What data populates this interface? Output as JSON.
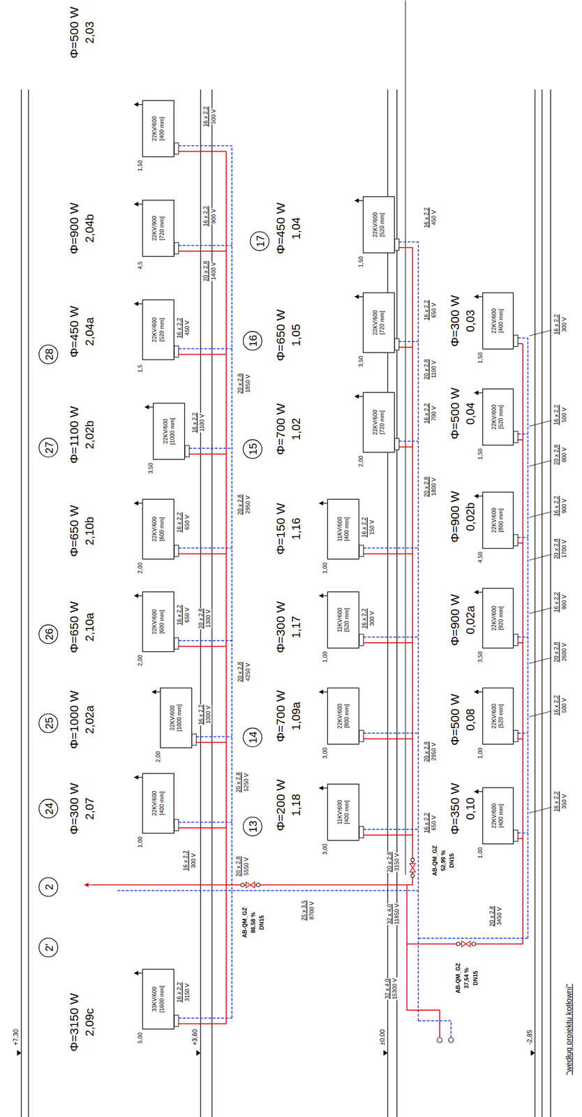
{
  "diagram": {
    "nodes": [
      {
        "text": [
          "2'"
        ]
      },
      {
        "text": [
          "2"
        ]
      },
      {
        "text": [
          "24"
        ]
      },
      {
        "text": [
          "25"
        ]
      },
      {
        "text": [
          "26"
        ]
      },
      {
        "text": [
          "27"
        ]
      },
      {
        "text": [
          "28"
        ]
      },
      {
        "text": [
          "33KV/600",
          "[1600 mm]"
        ]
      },
      {
        "text": [
          "22KV/600",
          "[400 mm]"
        ]
      },
      {
        "text": [
          "22KV/600",
          "[1000 mm]"
        ]
      },
      {
        "text": [
          "22KV/600",
          "[600 mm]"
        ]
      },
      {
        "text": [
          "22KV/600",
          "[600 mm]"
        ]
      },
      {
        "text": [
          "22KV/600",
          "[1000 mm]"
        ]
      },
      {
        "text": [
          "22KV/600",
          "[520 mm]"
        ]
      },
      {
        "text": [
          "22KV/900",
          "[720 mm]"
        ]
      },
      {
        "text": [
          "22KV/600",
          "[400 mm]"
        ]
      },
      {
        "text": [
          "13"
        ]
      },
      {
        "text": [
          "14"
        ]
      },
      {
        "text": [
          "15"
        ]
      },
      {
        "text": [
          "16"
        ]
      },
      {
        "text": [
          "17"
        ]
      },
      {
        "text": [
          "11KV/600",
          "[400 mm]"
        ]
      },
      {
        "text": [
          "22KV/600",
          "[800 mm]"
        ]
      },
      {
        "text": [
          "11KV/600",
          "[520 mm]"
        ]
      },
      {
        "text": [
          "11KV/600",
          "[400 mm]"
        ]
      },
      {
        "text": [
          "22KV/600",
          "[720 mm]"
        ]
      },
      {
        "text": [
          "22KV/600",
          "[720 mm]"
        ]
      },
      {
        "text": [
          "22KV/600",
          "[520 mm]"
        ]
      },
      {
        "text": [
          "22KV/600",
          "[400 mm]"
        ]
      },
      {
        "text": [
          "22KV/600",
          "[520 mm]"
        ]
      },
      {
        "text": [
          "22KV/600",
          "[920 mm]"
        ]
      },
      {
        "text": [
          "22KV/600",
          "[800 mm]"
        ]
      },
      {
        "text": [
          "22KV/600",
          "[520 mm]"
        ]
      },
      {
        "text": [
          "22KV/600",
          "[400 mm]"
        ]
      }
    ],
    "labels": [
      "Φ=3150 W",
      "2,09c",
      "Φ=300 W",
      "2,07",
      "Φ=1000 W",
      "2,02a",
      "Φ=650 W",
      "2,10a",
      "Φ=650 W",
      "2,10b",
      "Φ=1100 W",
      "2,02b",
      "Φ=450 W",
      "2,04a",
      "Φ=900 W",
      "2,04b",
      "Φ=500 W",
      "2,03",
      "Φ=200 W",
      "1,18",
      "Φ=700 W",
      "1,09a",
      "Φ=300 W",
      "1,17",
      "Φ=150 W",
      "1,16",
      "Φ=700 W",
      "1,02",
      "Φ=650 W",
      "1,05",
      "Φ=450 W",
      "1,04",
      "Φ=350 W",
      "0,10",
      "Φ=500 W",
      "0,08",
      "Φ=900 W",
      "0,02a",
      "Φ=900 W",
      "0,02b",
      "Φ=500 W",
      "0,04",
      "Φ=300 W",
      "0,03",
      "+7,30",
      "+3,60",
      "±0,00",
      "-2,85",
      "5,00",
      "1,00",
      "2,00",
      "2,00",
      "2,00",
      "3,50",
      "1,5",
      "4,5",
      "1,50",
      "3,00",
      "3,00",
      "1,00",
      "1,00",
      "2,00",
      "3,50",
      "1,50",
      "1,00",
      "1,00",
      "3,50",
      "4,50",
      "1,50",
      "1,50",
      "16 x 2,2",
      "3150 V",
      "16 x 2,2",
      "300 V",
      "20 x 2,8",
      "5550 V",
      "20 x 2,8",
      "5250 V",
      "16 x 2,2",
      "1000 V",
      "20 x 2,8",
      "4250 V",
      "20 x 2,8",
      "1300 V",
      "16 x 2,2",
      "650 V",
      "16 x 2,2",
      "650 V",
      "20 x 2,8",
      "2950 V",
      "16 x 2,2",
      "1100 V",
      "20 x 2,8",
      "1850 V",
      "16 x 2,2",
      "450 V",
      "20 x 2,8",
      "1400 V",
      "16 x 2,2",
      "900 V",
      "16 x 2,2",
      "500 V",
      "25 x 3,5",
      "8700 V",
      "16 x 2,2",
      "650 V",
      "20 x 2,8",
      "3150 V",
      "20 x 2,8",
      "2950 V",
      "16 x 2,2",
      "300 V",
      "16 x 2,2",
      "150 V",
      "20 x 2,8",
      "1800 V",
      "16 x 2,2",
      "700 V",
      "20 x 2,8",
      "1100 V",
      "16 x 2,2",
      "650 V",
      "16 x 2,2",
      "450 V",
      "32 x 4,0",
      "15300 V",
      "32 x 4,0",
      "11850 V",
      "20 x 2,8",
      "3450 V",
      "16 x 2,2",
      "350 V",
      "16 x 2,2",
      "500 V",
      "20 x 2,8",
      "2600 V",
      "16 x 2,2",
      "900 V",
      "20 x 2,8",
      "1700 V",
      "16 x 2,2",
      "900 V",
      "20 x 2,8",
      "800 V",
      "16 x 2,2",
      "500 V",
      "16 x 2,2",
      "300 V",
      "AB-QM_GZ",
      "86,58 %",
      "DN15",
      "AB-QM_GZ",
      "52,99 %",
      "DN15",
      "AB-QM_GZ",
      "37,54 %",
      "DN15",
      "\"według projektu kotłowni\""
    ]
  }
}
